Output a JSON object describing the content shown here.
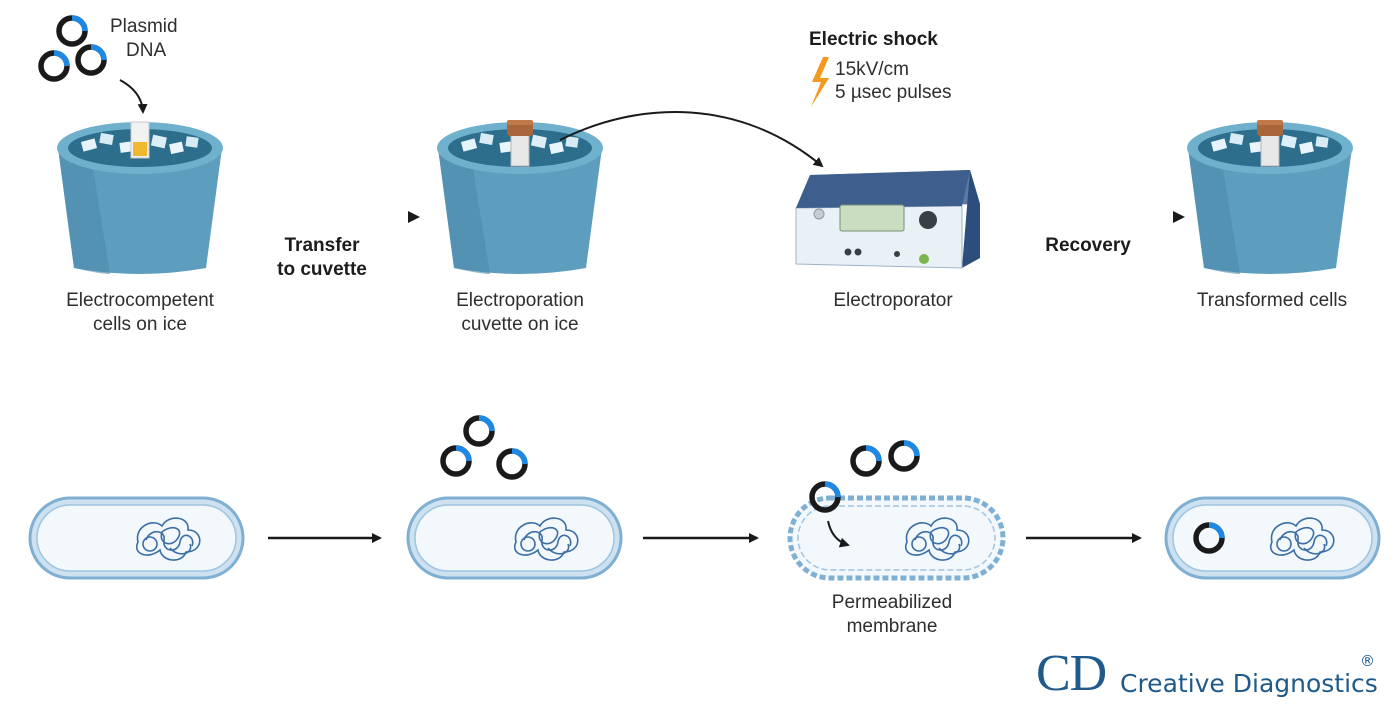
{
  "top_row": {
    "plasmid_label": [
      "Plasmid",
      "DNA"
    ],
    "step1_label": [
      "Electrocompetent",
      "cells on ice"
    ],
    "arrow1_label": [
      "Transfer",
      "to cuvette"
    ],
    "step2_label": [
      "Electroporation",
      "cuvette on ice"
    ],
    "shock_title": "Electric shock",
    "shock_params": [
      "15kV/cm",
      "5 µsec pulses"
    ],
    "step3_label": "Electroporator",
    "arrow3_label": "Recovery",
    "step4_label": "Transformed cells"
  },
  "bottom_row": {
    "permeabilized_label": [
      "Permeabilized",
      "membrane"
    ]
  },
  "logo": {
    "initials": "CD",
    "name": "Creative Diagnostics",
    "registered": "®"
  },
  "colors": {
    "bucket": "#5d9dbd",
    "bucket_rim": "#6fb0cd",
    "plasmid_blue": "#1e88e5",
    "cell_fill": "#eef5fb",
    "cell_border": "#7fb0d3",
    "arrow": "#1a1a1a",
    "bolt": "#f39a1e",
    "logo": "#1f5a8a"
  }
}
